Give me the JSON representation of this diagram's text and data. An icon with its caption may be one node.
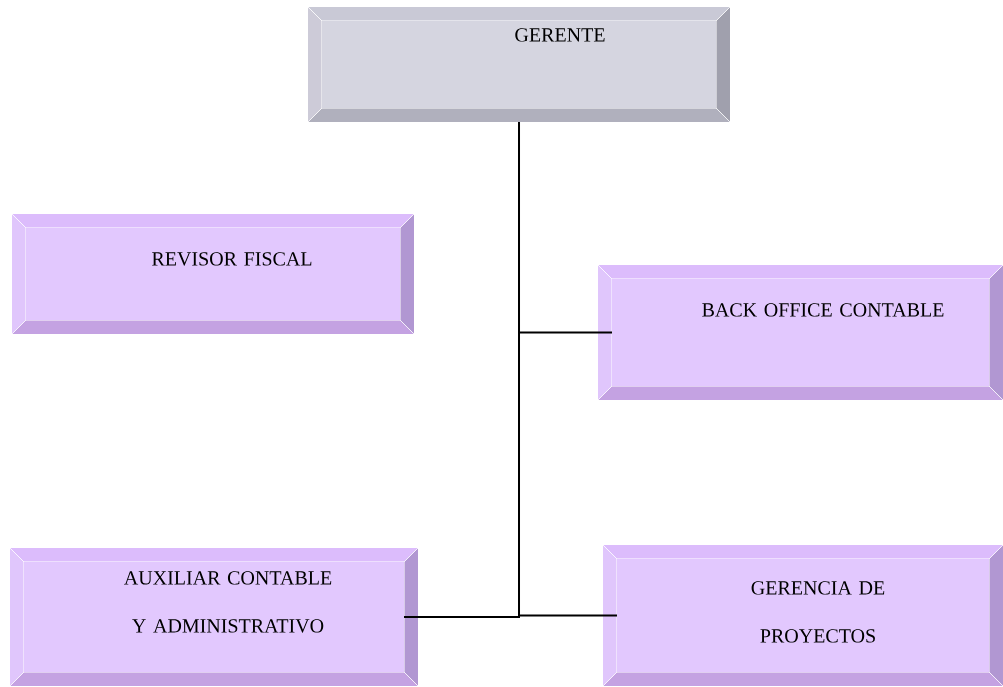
{
  "diagram": {
    "nodes": [
      {
        "text": [
          "GERENTE"
        ]
      },
      {
        "text": [
          "REVISOR FISCAL"
        ]
      },
      {
        "text": [
          "BACK OFFICE CONTABLE"
        ]
      },
      {
        "text": [
          "AUXILIAR CONTABLE Y ADMINISTRATIVO"
        ]
      },
      {
        "text": [
          "GERENCIA DE PROYECTOS"
        ]
      }
    ],
    "edges": [
      {
        "from": 0,
        "to": 2,
        "arrow": "none"
      },
      {
        "from": 0,
        "to": 3,
        "arrow": "none"
      },
      {
        "from": 0,
        "to": 4,
        "arrow": "none"
      }
    ]
  }
}
